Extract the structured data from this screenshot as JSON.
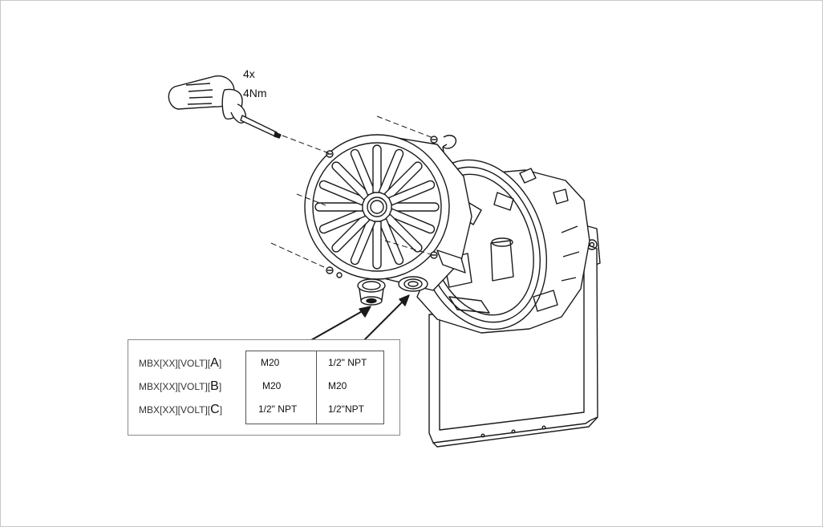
{
  "annotation": {
    "quantity": "4x",
    "torque": "4Nm"
  },
  "spec_table": {
    "rows": [
      {
        "model_prefix": "MBX[XX][VOLT][",
        "variant": "A",
        "model_suffix": "]",
        "entry_left": "M20",
        "entry_right": "1/2\" NPT"
      },
      {
        "model_prefix": "MBX[XX][VOLT][",
        "variant": "B",
        "model_suffix": "]",
        "entry_left": "M20",
        "entry_right": "M20"
      },
      {
        "model_prefix": "MBX[XX][VOLT][",
        "variant": "C",
        "model_suffix": "]",
        "entry_left": "1/2\" NPT",
        "entry_right": "1/2\"NPT"
      }
    ]
  },
  "icons": [
    "screwdriver-icon",
    "cover-icon",
    "enclosure-icon",
    "mounting-bracket-icon",
    "rotation-arrow-icon"
  ]
}
